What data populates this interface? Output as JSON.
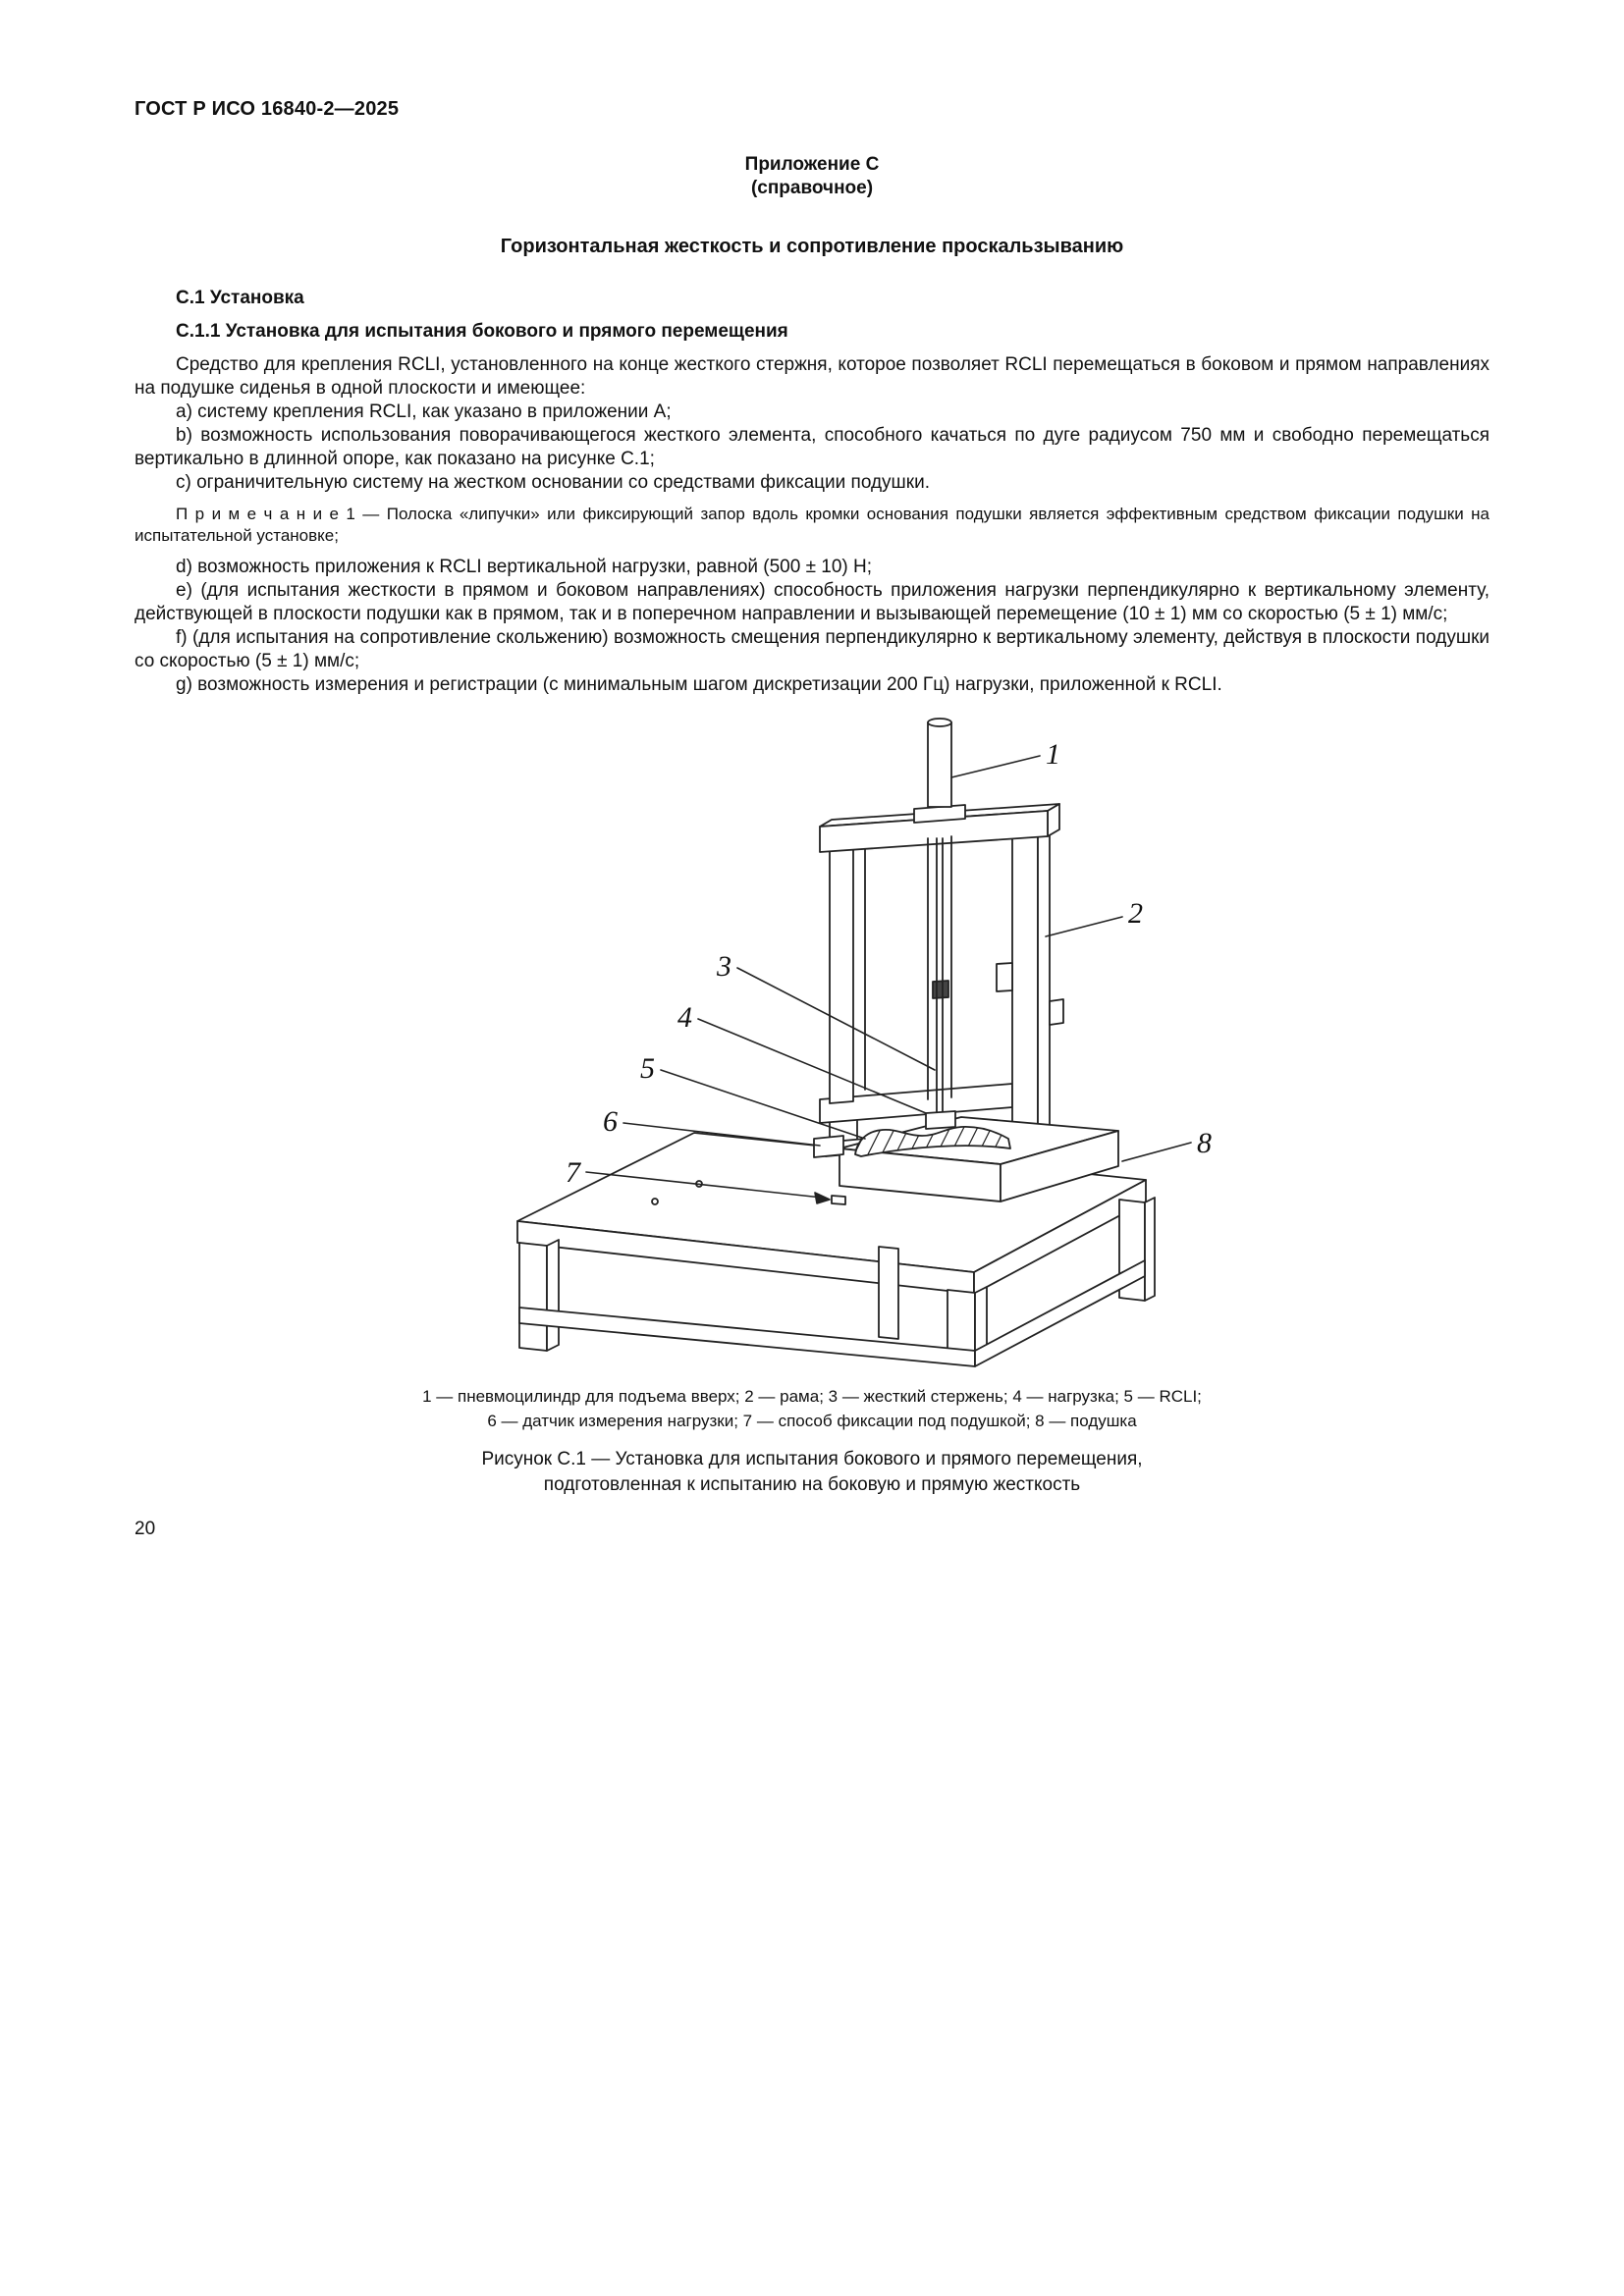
{
  "header": {
    "doc_number": "ГОСТ Р ИСО 16840-2—2025"
  },
  "annex": {
    "label": "Приложение С",
    "type": "(справочное)",
    "title": "Горизонтальная жесткость и сопротивление проскальзыванию"
  },
  "section": {
    "s1": "С.1 Установка",
    "s11": "С.1.1 Установка для испытания бокового и прямого перемещения"
  },
  "body": {
    "intro": "Средство для крепления RCLI, установленного на конце жесткого стержня, которое позволяет RCLI перемещаться в боковом и прямом направлениях на подушке сиденья в одной плоскости и имеющее:",
    "item_a": "a) систему крепления RCLI, как указано в приложении А;",
    "item_b": "b) возможность использования поворачивающегося жесткого элемента, способного качаться по дуге радиусом 750 мм и свободно перемещаться вертикально в длинной опоре, как показано на рисунке С.1;",
    "item_c": "c) ограничительную систему на жестком основании со средствами фиксации подушки.",
    "note": "П р и м е ч а н и е   1 — Полоска «липучки» или фиксирующий запор вдоль кромки основания подушки является эффективным средством фиксации подушки на испытательной установке;",
    "item_d": "d) возможность приложения к RCLI вертикальной нагрузки, равной (500 ± 10) Н;",
    "item_e": "e) (для испытания жесткости в прямом и боковом направлениях) способность приложения нагрузки перпендикулярно к вертикальному элементу, действующей в плоскости подушки как в прямом, так и в поперечном направлении и вызывающей перемещение (10 ± 1) мм со скоростью (5 ± 1) мм/с;",
    "item_f": "f) (для испытания на сопротивление скольжению) возможность смещения перпендикулярно к вертикальному элементу, действуя в плоскости подушки со скоростью (5 ± 1) мм/с;",
    "item_g": "g) возможность измерения и регистрации (с минимальным шагом дискретизации 200 Гц) нагрузки, приложенной к RCLI."
  },
  "figure": {
    "callouts": [
      "1",
      "2",
      "3",
      "4",
      "5",
      "6",
      "7",
      "8"
    ],
    "legend_line1": "1 — пневмоцилиндр для подъема вверх; 2 — рама; 3 — жесткий стержень; 4 — нагрузка; 5 — RCLI;",
    "legend_line2": "6 — датчик измерения нагрузки; 7 — способ фиксации под подушкой; 8 — подушка",
    "caption_line1": "Рисунок С.1 — Установка для испытания бокового и прямого перемещения,",
    "caption_line2": "подготовленная к испытанию на боковую и прямую жесткость"
  },
  "footer": {
    "page_number": "20"
  }
}
